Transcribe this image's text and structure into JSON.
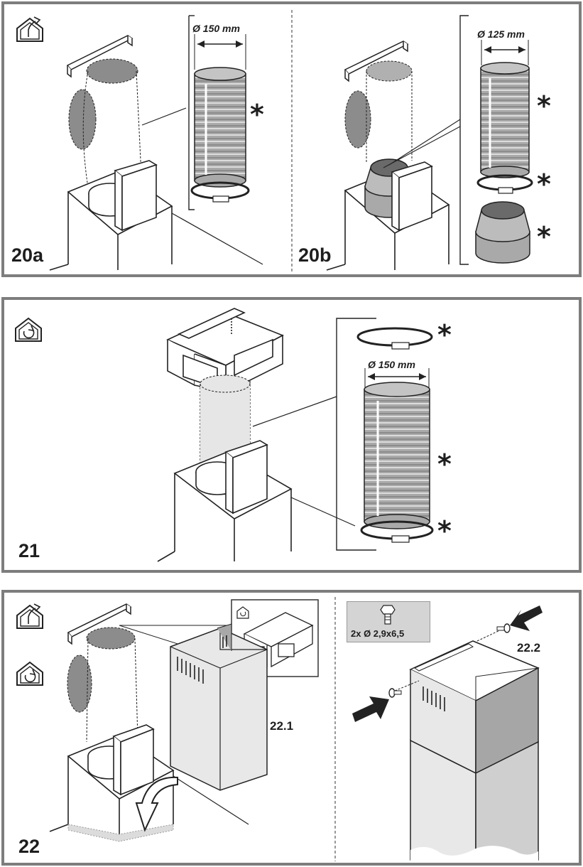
{
  "panels": {
    "p20": {
      "a_label": "20a",
      "b_label": "20b",
      "a_diameter": "Ø 150 mm",
      "b_diameter": "Ø 125 mm",
      "asterisk": "*"
    },
    "p21": {
      "label": "21",
      "diameter": "Ø 150 mm",
      "asterisk": "*"
    },
    "p22": {
      "label": "22",
      "sub1": "22.1",
      "sub2": "22.2",
      "screw_spec": "2x Ø 2,9x6,5"
    }
  },
  "icons": {
    "ducted": "house-exhaust-icon",
    "recirculating": "house-recirculation-icon"
  },
  "colors": {
    "frame": "#7d7d7d",
    "duct_fill": "#a9a9a9",
    "ghost_fill": "#8c8c8c",
    "light_fill": "#e6e6e6"
  }
}
